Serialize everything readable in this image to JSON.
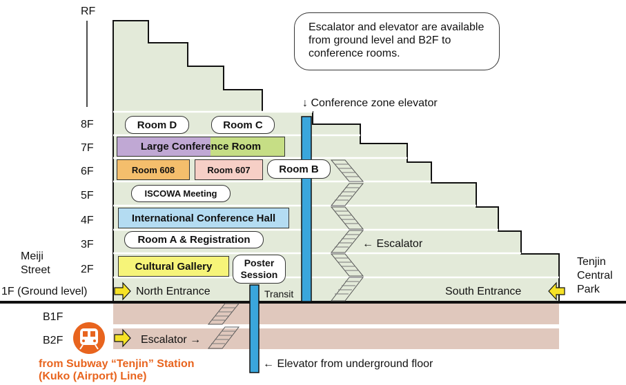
{
  "floors": {
    "rf": "RF",
    "f8": "8F",
    "f7": "7F",
    "f6": "6F",
    "f5": "5F",
    "f4": "4F",
    "f3": "3F",
    "f2": "2F",
    "f1": "1F (Ground level)",
    "b1": "B1F",
    "b2": "B2F"
  },
  "note": "Escalator and elevator are available from ground level and B2F to conference rooms.",
  "labels": {
    "conference_elevator": "↓ Conference zone elevator",
    "escalator_right": "← Escalator",
    "transit": "Transit",
    "north_entrance": "North Entrance",
    "south_entrance": "South Entrance",
    "escalator_b2": "Escalator →",
    "elevator_underground": "← Elevator from underground floor",
    "meiji_street": "Meiji\nStreet",
    "tenjin_park": "Tenjin\nCentral\nPark",
    "subway": "from Subway “Tenjin” Station\n(Kuko (Airport) Line)"
  },
  "rooms": {
    "room_d": "Room D",
    "room_c": "Room C",
    "large_conference": "Large Conference Room",
    "room_608": "Room 608",
    "room_607": "Room 607",
    "room_b": "Room B",
    "iscowa": "ISCOWA Meeting",
    "international_hall": "International Conference Hall",
    "room_a": "Room A & Registration",
    "cultural_gallery": "Cultural Gallery",
    "poster_session": "Poster\nSession"
  },
  "colors": {
    "building": "#e3ead9",
    "underground": "#e0c8bd",
    "purple": "#c0a8d4",
    "green": "#c6de85",
    "orange": "#f4be6c",
    "pink": "#f6cfc6",
    "blue": "#b4dcf2",
    "yellow": "#f6f479",
    "elevator": "#3aa6dc",
    "subway": "#e8641e"
  }
}
